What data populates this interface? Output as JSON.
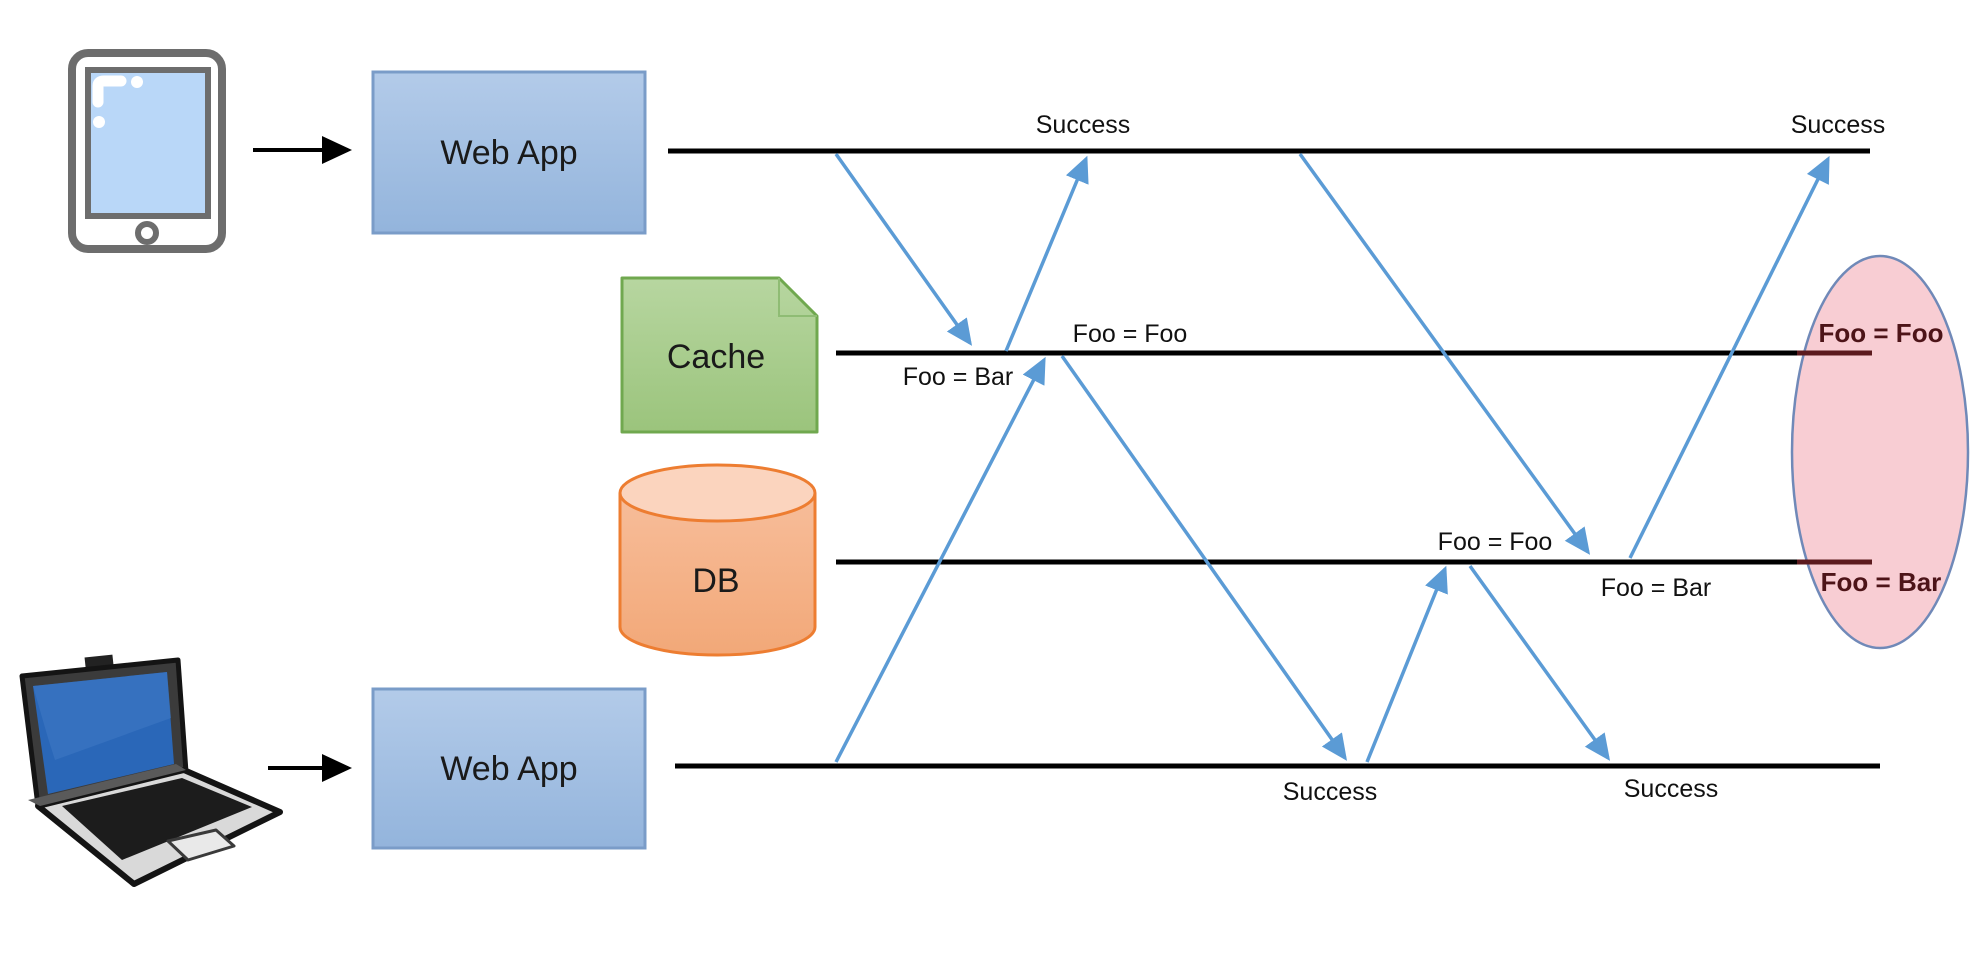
{
  "nodes": {
    "web_app_top": "Web App",
    "cache": "Cache",
    "db": "DB",
    "web_app_bottom": "Web App"
  },
  "messages": {
    "success_top_first": "Success",
    "success_top_second": "Success",
    "cache_value_new": "Foo = Foo",
    "cache_value_old": "Foo = Bar",
    "db_value_new": "Foo = Foo",
    "db_value_old": "Foo = Bar",
    "success_bottom_first": "Success",
    "success_bottom_second": "Success"
  },
  "final_state": {
    "cache_value": "Foo = Foo",
    "db_value": "Foo = Bar"
  },
  "icons": {
    "tablet": "tablet-icon",
    "laptop": "laptop-icon"
  },
  "colors": {
    "arrow_blue": "#5b9bd5",
    "timeline_black": "#000000",
    "web_app_fill": "#a9c4e6",
    "web_app_border": "#7a9cc8",
    "cache_fill": "#a9d18e",
    "cache_border": "#70a84f",
    "db_fill": "#f5b58e",
    "db_border": "#ed7d31",
    "highlight_ellipse_fill": "#f8cdd3",
    "highlight_ellipse_border": "#7089b8",
    "highlight_text": "#4d1418"
  }
}
